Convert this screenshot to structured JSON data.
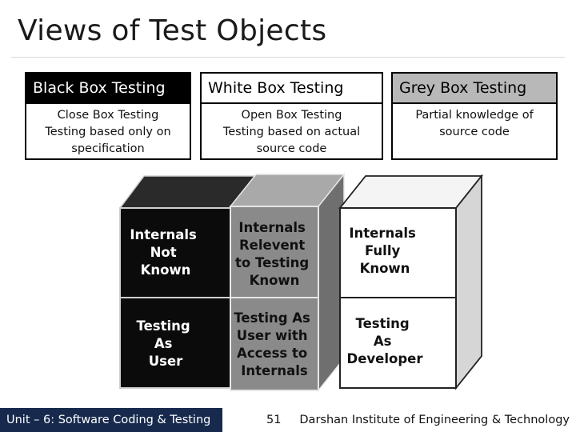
{
  "title": "Views of Test Objects",
  "categories": [
    {
      "heading": "Black Box Testing",
      "lines": [
        "Close Box Testing",
        "Testing based only on",
        "specification"
      ]
    },
    {
      "heading": "White Box Testing",
      "lines": [
        "Open Box Testing",
        "Testing based on actual",
        "source code"
      ]
    },
    {
      "heading": "Grey Box Testing",
      "lines": [
        "Partial knowledge of",
        "source code"
      ]
    }
  ],
  "cubes": {
    "black": {
      "top_text": [
        "Internals",
        "Not",
        "Known"
      ],
      "bottom_text": [
        "Testing",
        "As",
        "User"
      ]
    },
    "grey": {
      "top_text": [
        "Internals",
        "Relevent",
        "to Testing",
        "Known"
      ],
      "bottom_text": [
        "Testing As",
        "User with",
        "Access to",
        "Internals"
      ]
    },
    "white": {
      "top_text": [
        "Internals",
        "Fully",
        "Known"
      ],
      "bottom_text": [
        "Testing",
        "As",
        "Developer"
      ]
    }
  },
  "colors": {
    "black_face": "#0b0b0b",
    "grey_face": "#8a8a8a",
    "white_face": "#ffffff",
    "footer_bg": "#172a4e"
  },
  "footer": {
    "unit": "Unit – 6: Software Coding & Testing",
    "page": "51",
    "institute": "Darshan Institute of Engineering & Technology"
  }
}
